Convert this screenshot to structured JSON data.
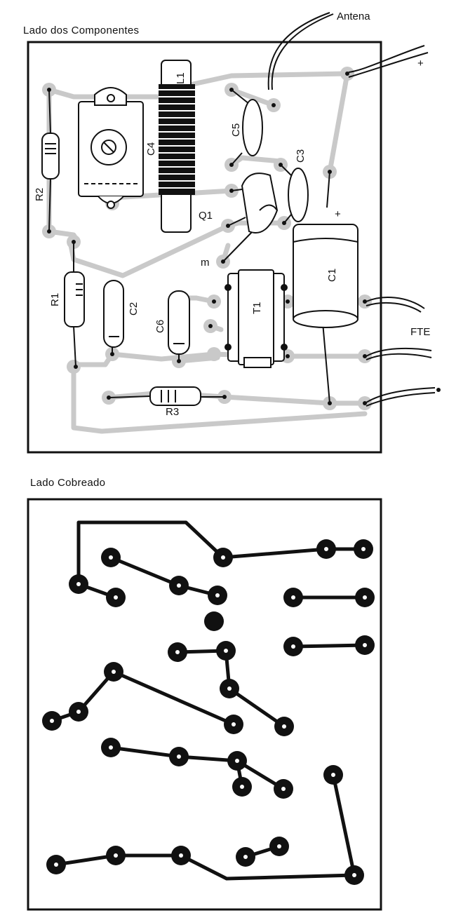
{
  "titles": {
    "component_side": "Lado dos Componentes",
    "copper_side": "Lado Cobreado"
  },
  "labels": {
    "antenna": "Antena",
    "power": "FTE",
    "plus_terminal": "+",
    "plus_capacitor": "+",
    "R1": "R1",
    "R2": "R2",
    "R3": "R3",
    "C1": "C1",
    "C2": "C2",
    "C3": "C3",
    "C4": "C4",
    "C5": "C5",
    "C6": "C6",
    "L1": "L1",
    "Q1": "Q1",
    "T1": "T1",
    "m": "m"
  },
  "colors": {
    "ink": "#111111",
    "trace_grey": "#c9c9c9",
    "background": "#ffffff"
  }
}
